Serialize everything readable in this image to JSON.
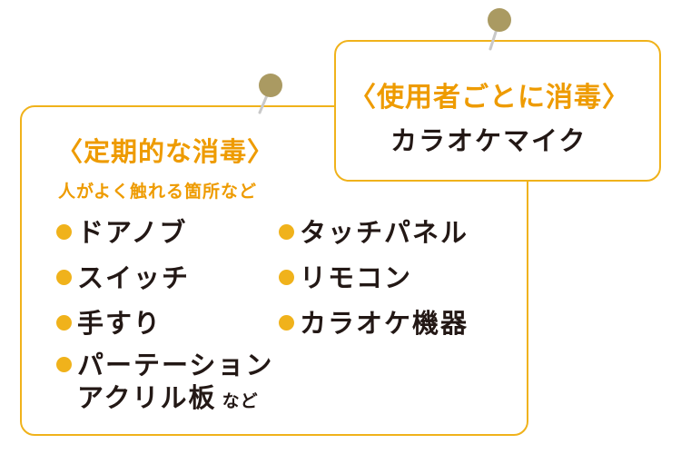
{
  "colors": {
    "accent": "#f0b21b",
    "heading": "#ee9b00",
    "pin": "#aa9a62",
    "pin_stick": "#c9c9c9",
    "text": "#231815"
  },
  "regular": {
    "title": "〈定期的な消毒〉",
    "subtitle": "人がよく触れる箇所など",
    "items_left": [
      "ドアノブ",
      "スイッチ",
      "手すり"
    ],
    "items_right": [
      "タッチパネル",
      "リモコン",
      "カラオケ機器"
    ],
    "last_item_line1": "パーテーション",
    "last_item_line2": "アクリル板",
    "last_item_suffix": "など"
  },
  "per_user": {
    "title": "〈使用者ごとに消毒〉",
    "item": "カラオケマイク"
  },
  "icons": {
    "pin": "push-pin-icon",
    "bullet": "bullet-dot-icon"
  }
}
